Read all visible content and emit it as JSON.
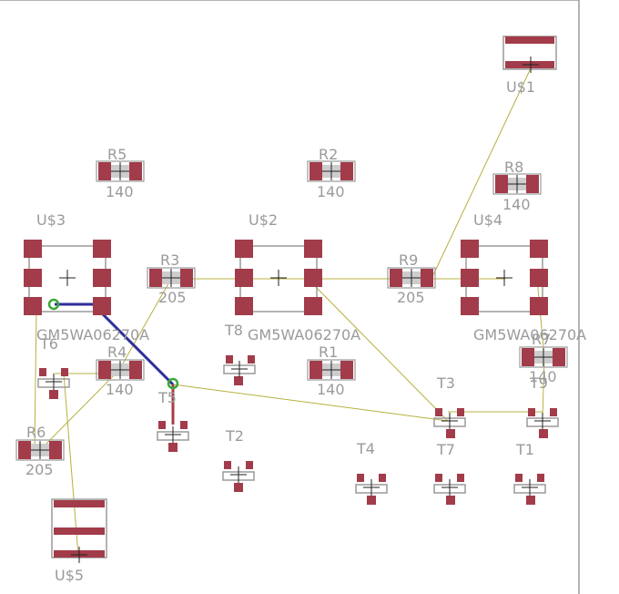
{
  "colors": {
    "pad": "#a23c4a",
    "pad_inner": "#cdcdcd",
    "outline": "#9a9a9a",
    "airwire": "#b8b040",
    "trace_blue": "#2e2e9a",
    "trace_red": "#a83c46",
    "via": "#3aa83a",
    "frame": "#9a9a9a",
    "label": "#9a9a9a"
  },
  "components": {
    "U1": {
      "name": "U$1"
    },
    "U2": {
      "name": "U$2",
      "value": "GM5WA06270A"
    },
    "U3": {
      "name": "U$3",
      "value": "GM5WA06270A"
    },
    "U4": {
      "name": "U$4",
      "value": "GM5WA06270A"
    },
    "U5": {
      "name": "U$5"
    },
    "R1": {
      "name": "R1",
      "value": "140"
    },
    "R2": {
      "name": "R2",
      "value": "140"
    },
    "R3": {
      "name": "R3",
      "value": "205"
    },
    "R4": {
      "name": "R4",
      "value": "140"
    },
    "R5": {
      "name": "R5",
      "value": "140"
    },
    "R6": {
      "name": "R6",
      "value": "205"
    },
    "R7": {
      "name": "R7",
      "value": "140"
    },
    "R8": {
      "name": "R8",
      "value": "140"
    },
    "R9": {
      "name": "R9",
      "value": "205"
    },
    "T1": {
      "name": "T1"
    },
    "T2": {
      "name": "T2"
    },
    "T3": {
      "name": "T3"
    },
    "T4": {
      "name": "T4"
    },
    "T5": {
      "name": "T5"
    },
    "T6": {
      "name": "T6"
    },
    "T7": {
      "name": "T7"
    },
    "T8": {
      "name": "T8"
    },
    "T9": {
      "name": "T9"
    }
  }
}
